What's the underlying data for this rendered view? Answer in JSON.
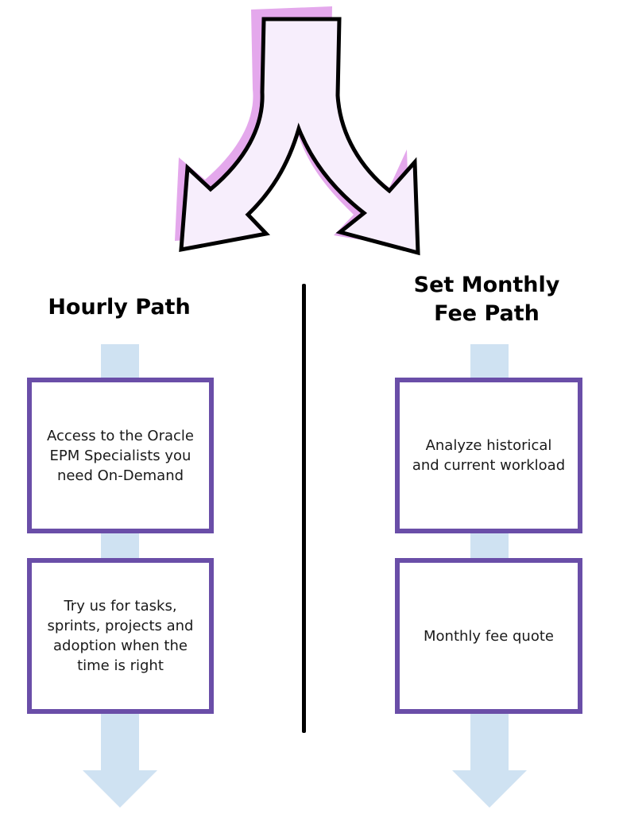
{
  "colors": {
    "box_border": "#6a4ea8",
    "flow_arrow": "#cfe2f2",
    "split_arrow_fill": "#f7eefc",
    "split_arrow_shadow": "#e4a8ec",
    "divider": "#000000"
  },
  "icons": {
    "split_arrow": "branching-arrow-icon",
    "flow_arrow": "down-arrow-icon"
  },
  "left_path": {
    "title": "Hourly Path",
    "steps": [
      "Access to the Oracle EPM Specialists you need On-Demand",
      "Try us for tasks, sprints, projects and adoption when the time is right"
    ]
  },
  "right_path": {
    "title_line1": "Set Monthly",
    "title_line2": "Fee Path",
    "steps": [
      "Analyze historical and current workload",
      "Monthly fee quote"
    ]
  }
}
